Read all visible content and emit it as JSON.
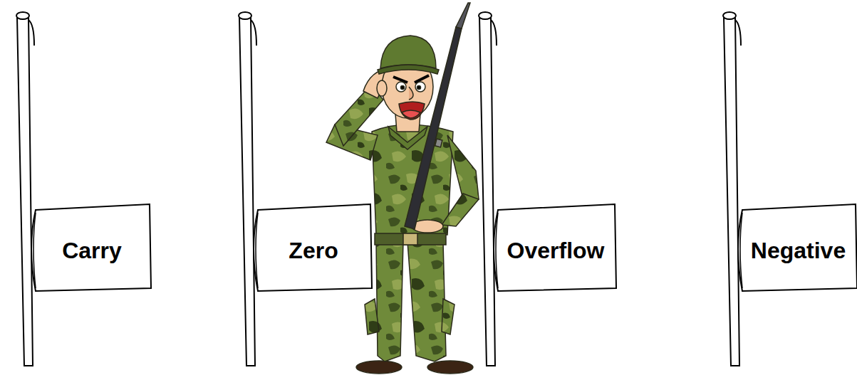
{
  "diagram": {
    "nodes": [
      {
        "text": [
          "Carry"
        ]
      },
      {
        "text": [
          "Zero"
        ]
      },
      {
        "text": [
          "Overflow"
        ]
      },
      {
        "text": [
          "Negative"
        ]
      }
    ]
  }
}
